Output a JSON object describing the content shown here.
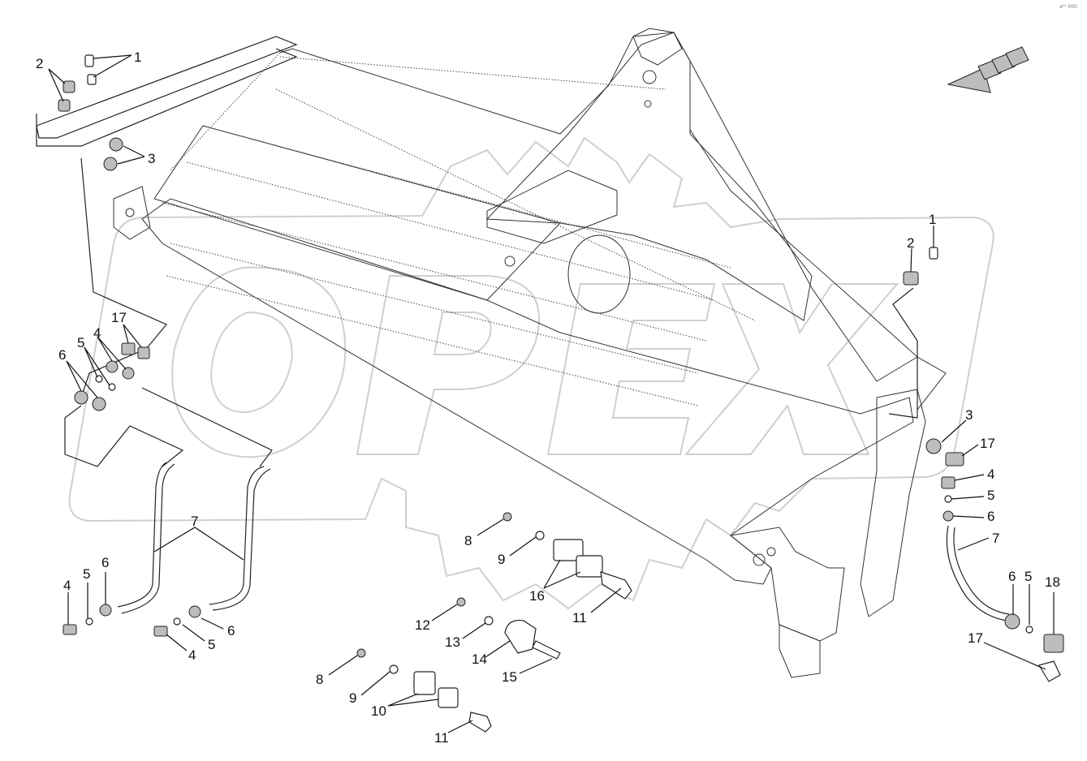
{
  "diagram": {
    "watermark_text": "OPEX",
    "corner_mark": "a⁰¹ 000",
    "callouts": [
      {
        "id": "c-1-top",
        "text": "1"
      },
      {
        "id": "c-2-top",
        "text": "2"
      },
      {
        "id": "c-3-top",
        "text": "3"
      },
      {
        "id": "c-17-left",
        "text": "17"
      },
      {
        "id": "c-4-left",
        "text": "4"
      },
      {
        "id": "c-5-left",
        "text": "5"
      },
      {
        "id": "c-6-left",
        "text": "6"
      },
      {
        "id": "c-7-left",
        "text": "7"
      },
      {
        "id": "c-4-bl",
        "text": "4"
      },
      {
        "id": "c-5-bl",
        "text": "5"
      },
      {
        "id": "c-6-bl",
        "text": "6"
      },
      {
        "id": "c-6-bm",
        "text": "6"
      },
      {
        "id": "c-5-bm",
        "text": "5"
      },
      {
        "id": "c-4-bm",
        "text": "4"
      },
      {
        "id": "c-8-upper",
        "text": "8"
      },
      {
        "id": "c-9-upper",
        "text": "9"
      },
      {
        "id": "c-16",
        "text": "16"
      },
      {
        "id": "c-11-upper",
        "text": "11"
      },
      {
        "id": "c-12",
        "text": "12"
      },
      {
        "id": "c-13",
        "text": "13"
      },
      {
        "id": "c-14",
        "text": "14"
      },
      {
        "id": "c-15",
        "text": "15"
      },
      {
        "id": "c-8-lower",
        "text": "8"
      },
      {
        "id": "c-9-lower",
        "text": "9"
      },
      {
        "id": "c-10",
        "text": "10"
      },
      {
        "id": "c-11-lower",
        "text": "11"
      },
      {
        "id": "c-1-right",
        "text": "1"
      },
      {
        "id": "c-2-right",
        "text": "2"
      },
      {
        "id": "c-3-right",
        "text": "3"
      },
      {
        "id": "c-17-right",
        "text": "17"
      },
      {
        "id": "c-4-right",
        "text": "4"
      },
      {
        "id": "c-5-right",
        "text": "5"
      },
      {
        "id": "c-6-right",
        "text": "6"
      },
      {
        "id": "c-7-right",
        "text": "7"
      },
      {
        "id": "c-6-br",
        "text": "6"
      },
      {
        "id": "c-5-br",
        "text": "5"
      },
      {
        "id": "c-18",
        "text": "18"
      },
      {
        "id": "c-17-br",
        "text": "17"
      }
    ]
  }
}
